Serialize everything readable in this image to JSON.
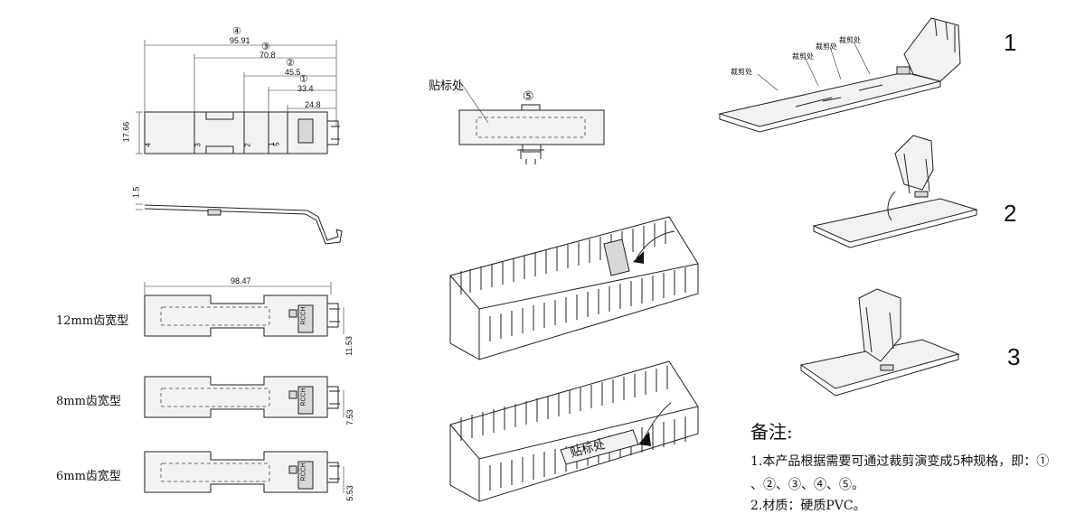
{
  "left_drawing": {
    "dims_top": [
      {
        "circle": "④",
        "value": "95.91"
      },
      {
        "circle": "③",
        "value": "70.8"
      },
      {
        "circle": "②",
        "value": "45.5"
      },
      {
        "circle": "①",
        "value": "33.4"
      },
      {
        "value": "24.8"
      }
    ],
    "height_dim": "17.66",
    "section_marks": [
      "4",
      "3",
      "2",
      "1",
      "5"
    ],
    "thickness_dim": "1.5",
    "overall_dim": "98.47",
    "variants": [
      {
        "label": "12mm齿宽型",
        "dim": "11.53",
        "badge": "RCCH"
      },
      {
        "label": "8mm齿宽型",
        "dim": "7.53",
        "badge": "RCCH"
      },
      {
        "label": "6mm齿宽型",
        "dim": "5.53",
        "badge": "RCCH"
      }
    ]
  },
  "middle_drawing": {
    "label_area": "贴标处",
    "circle5": "⑤",
    "duct_label": "贴标处"
  },
  "right_drawing": {
    "cut_labels": [
      "裁剪处",
      "裁剪处",
      "裁剪处",
      "裁剪处"
    ],
    "steps": [
      "1",
      "2",
      "3"
    ]
  },
  "notes": {
    "title": "备注:",
    "line1": "1.本产品根据需要可通过裁剪演变成5种规格，即：①",
    "line2": "、②、③、④、⑤。",
    "line3": "2.材质：硬质PVC。"
  }
}
